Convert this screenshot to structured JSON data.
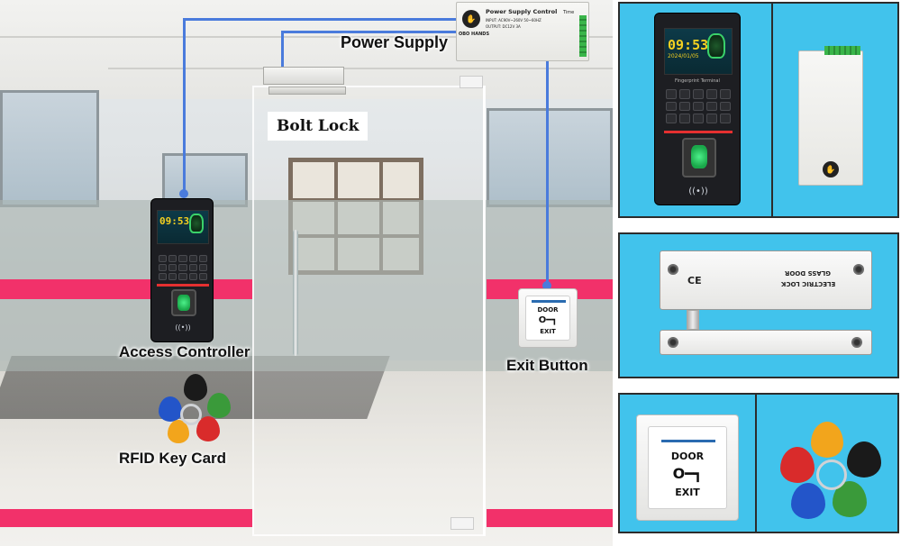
{
  "labels": {
    "power_supply": "Power Supply",
    "bolt_lock": "Bolt Lock",
    "access_controller": "Access Controller",
    "exit_button": "Exit Button",
    "rfid_key_card": "RFID Key Card"
  },
  "psu": {
    "brand": "OBO HANDS",
    "title": "Power Supply Control",
    "line1": "INPUT: AC90V~260V 50~60HZ",
    "line2": "OUTPUT: DC12V 3A",
    "time_label": "Time"
  },
  "device": {
    "time": "09:53",
    "date": "2024/01/05",
    "subtitle": "Fingerprint Terminal",
    "rfid_symbol": "((•))"
  },
  "exit_button": {
    "top": "DOOR",
    "key": "O━┓",
    "bottom": "EXIT"
  },
  "lock": {
    "brand_text": "GLASS DOOR",
    "title": "ELECTRIC LOCK",
    "ce": "CE"
  },
  "colors": {
    "panel_bg": "#41c3ec",
    "band": "#f2316a",
    "wire": "#4a7bdc"
  },
  "fobs": {
    "colors": [
      "#f2a51c",
      "#1a1a1a",
      "#3a9a3a",
      "#d92b2b",
      "#2355c9",
      "#2355c9"
    ]
  }
}
